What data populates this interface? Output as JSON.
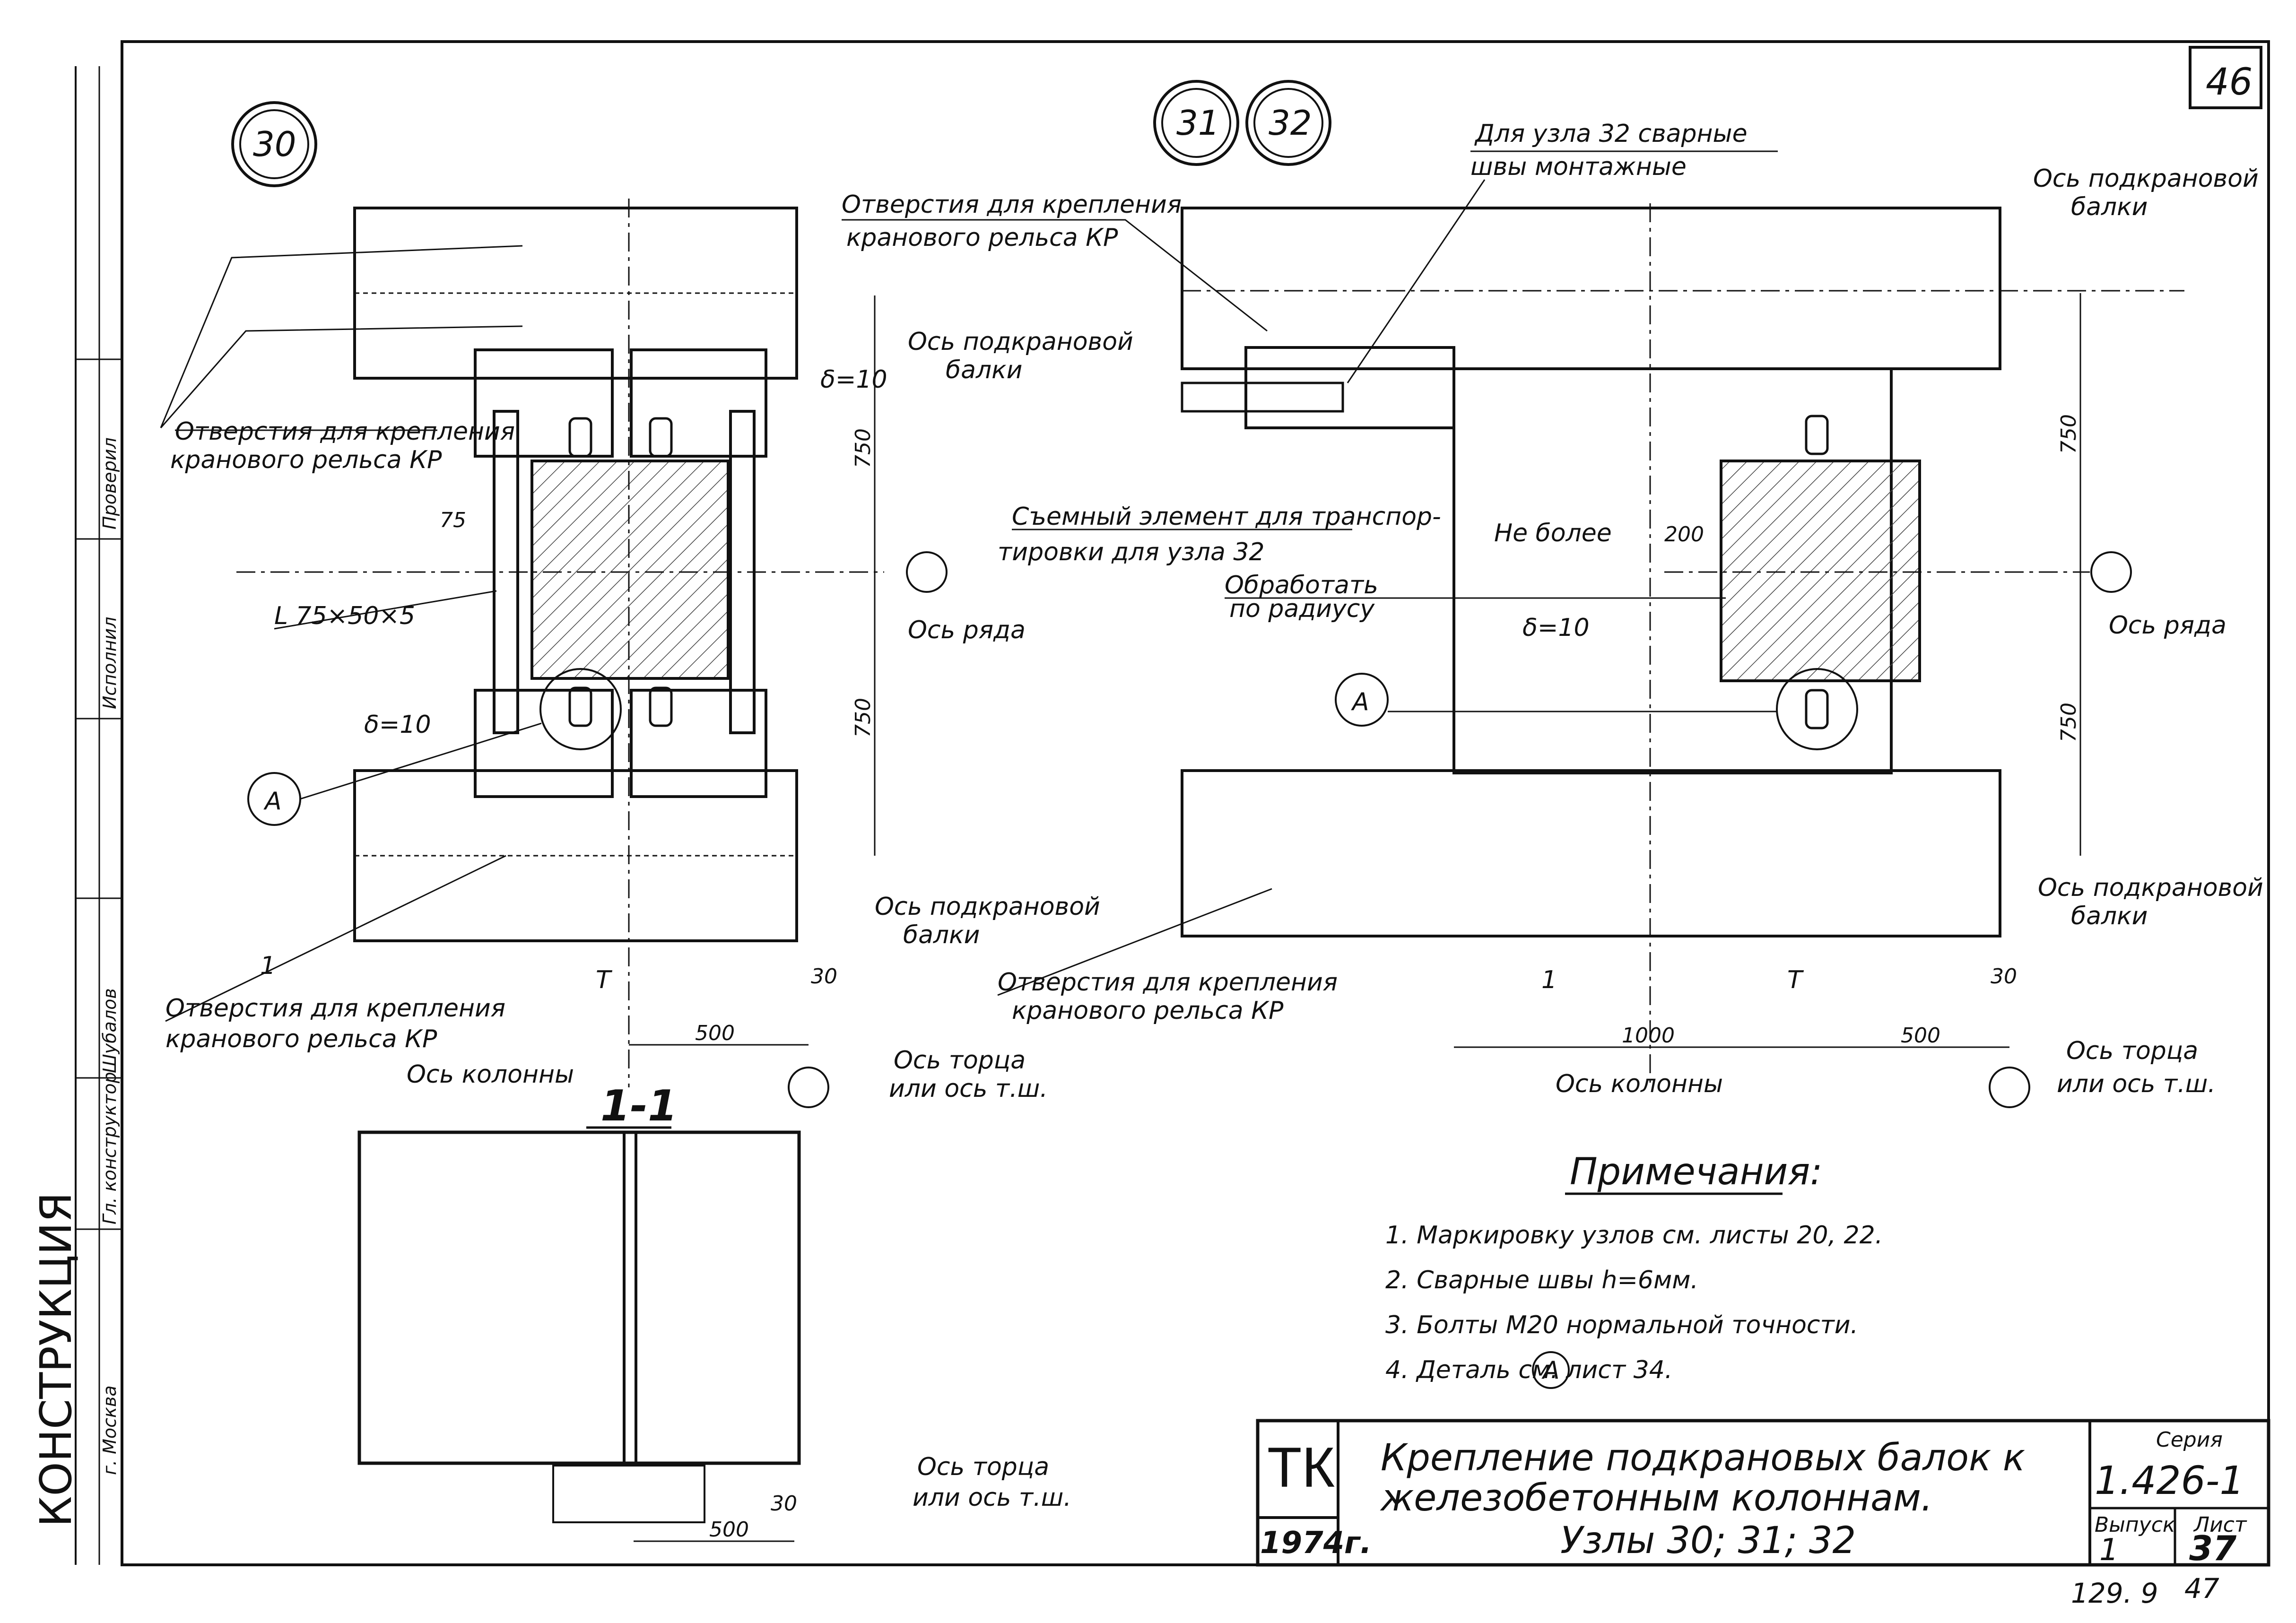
{
  "sheet": {
    "page_number": "46",
    "bottom_stamp": "129. 9",
    "bottom_stamp_number": "47"
  },
  "node_labels": {
    "node30": "30",
    "node31": "31",
    "node32": "32"
  },
  "left_view": {
    "label_holes_1": "Отверстия для крепления",
    "label_holes_1b": "кранового рельса КР",
    "label_holes_2": "Отверстия для крепления",
    "label_holes_2b": "кранового рельса КР",
    "axis_beam_top": "Ось подкрановой",
    "axis_beam_top_b": "балки",
    "axis_beam_bottom": "Ось подкрановой",
    "axis_beam_bottom_b": "балки",
    "axis_row": "Ось ряда",
    "axis_column": "Ось колонны",
    "axis_end": "Ось торца",
    "axis_end_b": "или ось т.ш.",
    "delta_top": "δ=10",
    "delta_bottom": "δ=10",
    "angle": "L 75×50×5",
    "dim_75": "75",
    "dim_750_top": "750",
    "dim_750_bottom": "750",
    "dim_500": "500",
    "dim_30": "30",
    "section_mark": "1",
    "detail_A": "А",
    "t_mark": "Т"
  },
  "right_view": {
    "label_welds_32": "Для узла 32 сварные",
    "label_welds_32b": "швы монтажные",
    "label_holes_top": "Отверстия для крепления",
    "label_holes_top_b": "кранового рельса КР",
    "label_holes_bottom": "Отверстия для крепления",
    "label_holes_bottom_b": "кранового рельса КР",
    "axis_beam_top": "Ось подкрановой",
    "axis_beam_top_b": "балки",
    "axis_beam_bottom": "Ось подкрановой",
    "axis_beam_bottom_b": "балки",
    "removable": "Съемный элемент для транспор-",
    "removable_b": "тировки для узла 32",
    "no_more": "Не более",
    "dim_200": "200",
    "process": "Обработать",
    "process_b": "по радиусу",
    "delta": "δ=10",
    "axis_row": "Ось ряда",
    "axis_column": "Ось колонны",
    "axis_end": "Ось торца",
    "axis_end_b": "или ось т.ш.",
    "dim_750_top": "750",
    "dim_750_bottom": "750",
    "dim_1000": "1000",
    "dim_500": "500",
    "dim_30": "30",
    "section_mark": "1",
    "detail_A": "А",
    "t_mark": "Т"
  },
  "section": {
    "title": "1-1",
    "axis_end": "Ось торца",
    "axis_end_b": "или ось т.ш.",
    "dim_30": "30",
    "dim_500": "500"
  },
  "notes": {
    "title": "Примечания:",
    "items": [
      "1. Маркировку узлов см. листы 20, 22.",
      "2. Сварные швы h=6мм.",
      "3. Болты М20 нормальной точности.",
      "4. Деталь     см. лист 34."
    ],
    "detail_ref": "А"
  },
  "title_block": {
    "org": "ТК",
    "year": "1974г.",
    "title_line1": "Крепление подкрановых балок к",
    "title_line2": "железобетонным колоннам.",
    "title_line3": "Узлы 30; 31; 32",
    "series_label": "Серия",
    "series_value": "1.426-1",
    "issue_label": "Выпуск",
    "issue_value": "1",
    "sheet_label": "Лист",
    "sheet_value": "37"
  },
  "side_stamp": {
    "org": "КОНСТРУКЦИЯ",
    "city": "г. Москва",
    "role_chief": "Гл. конструктор",
    "name_chief": "Шубалов",
    "role_exec": "Исполнил",
    "role_check": "Проверил"
  }
}
